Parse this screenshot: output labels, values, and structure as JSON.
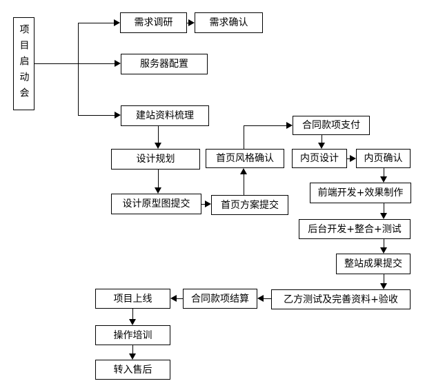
{
  "diagram": {
    "type": "flowchart",
    "colors": {
      "line": "#000000",
      "box_border": "#000000",
      "box_fill": "#ffffff",
      "background": "#ffffff",
      "text": "#000000"
    },
    "nodes": [
      {
        "id": "project-kickoff",
        "label": "项目启动会"
      },
      {
        "id": "requirements-research",
        "label": "需求调研"
      },
      {
        "id": "requirements-confirmation",
        "label": "需求确认"
      },
      {
        "id": "server-configuration",
        "label": "服务器配置"
      },
      {
        "id": "site-material-sorting",
        "label": "建站资料梳理"
      },
      {
        "id": "design-planning",
        "label": "设计规划"
      },
      {
        "id": "design-prototype-submission",
        "label": "设计原型图提交"
      },
      {
        "id": "homepage-style-confirmation",
        "label": "首页风格确认"
      },
      {
        "id": "homepage-plan-submission",
        "label": "首页方案提交"
      },
      {
        "id": "contract-payment",
        "label": "合同款项支付"
      },
      {
        "id": "inner-page-design",
        "label": "内页设计"
      },
      {
        "id": "inner-page-confirmation",
        "label": "内页确认"
      },
      {
        "id": "frontend-development",
        "label": "前端开发+效果制作"
      },
      {
        "id": "backend-development",
        "label": "后台开发+整合+测试"
      },
      {
        "id": "site-results-submission",
        "label": "整站成果提交"
      },
      {
        "id": "partyb-testing-acceptance",
        "label": "乙方测试及完善资料+验收"
      },
      {
        "id": "project-launch",
        "label": "项目上线"
      },
      {
        "id": "contract-settlement",
        "label": "合同款项结算"
      },
      {
        "id": "operation-training",
        "label": "操作培训"
      },
      {
        "id": "transfer-after-sales",
        "label": "转入售后"
      }
    ],
    "edges": [
      {
        "from": "project-kickoff",
        "to": "requirements-research"
      },
      {
        "from": "project-kickoff",
        "to": "server-configuration"
      },
      {
        "from": "project-kickoff",
        "to": "site-material-sorting"
      },
      {
        "from": "requirements-research",
        "to": "requirements-confirmation"
      },
      {
        "from": "site-material-sorting",
        "to": "design-planning"
      },
      {
        "from": "design-planning",
        "to": "design-prototype-submission"
      },
      {
        "from": "design-prototype-submission",
        "to": "homepage-plan-submission"
      },
      {
        "from": "homepage-plan-submission",
        "to": "homepage-style-confirmation"
      },
      {
        "from": "homepage-style-confirmation",
        "to": "contract-payment"
      },
      {
        "from": "contract-payment",
        "to": "inner-page-design"
      },
      {
        "from": "inner-page-design",
        "to": "inner-page-confirmation"
      },
      {
        "from": "inner-page-confirmation",
        "to": "frontend-development"
      },
      {
        "from": "frontend-development",
        "to": "backend-development"
      },
      {
        "from": "backend-development",
        "to": "site-results-submission"
      },
      {
        "from": "site-results-submission",
        "to": "partyb-testing-acceptance"
      },
      {
        "from": "partyb-testing-acceptance",
        "to": "contract-settlement"
      },
      {
        "from": "contract-settlement",
        "to": "project-launch"
      },
      {
        "from": "project-launch",
        "to": "operation-training"
      },
      {
        "from": "operation-training",
        "to": "transfer-after-sales"
      }
    ]
  }
}
